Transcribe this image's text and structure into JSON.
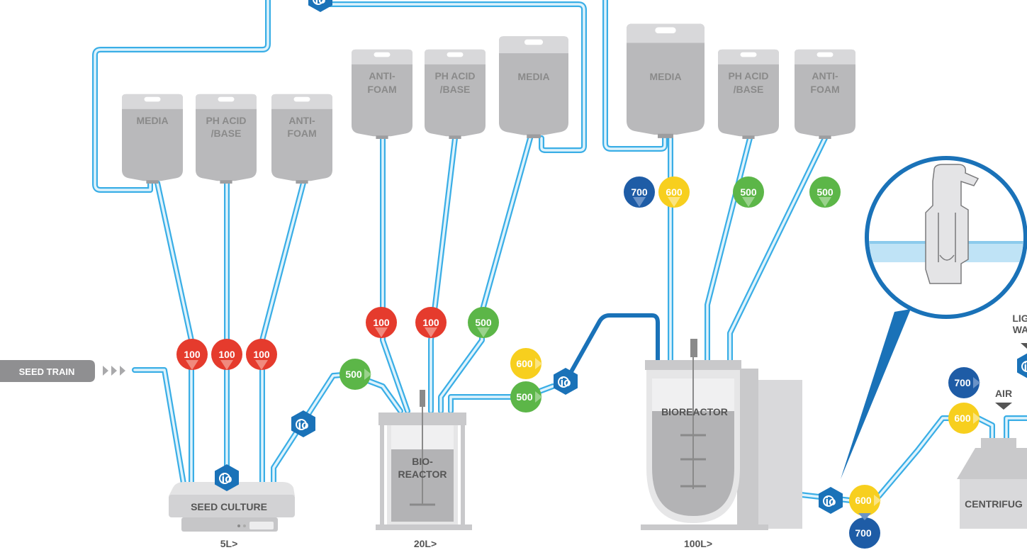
{
  "colors": {
    "tube": "#3aaee6",
    "tube_inner": "#dff3fc",
    "tube_dark": "#1a72b8",
    "bag": "#b9b9bb",
    "bag_top": "#d8d8da",
    "red": "#e53b2d",
    "green": "#5cb648",
    "yellow": "#f7cf1e",
    "navy": "#1e5ca6",
    "sensor_blue": "#1a72b8"
  },
  "seed_train": {
    "label": "SEED TRAIN"
  },
  "stage_5l": {
    "bags": [
      "MEDIA",
      "PH ACID\n/BASE",
      "ANTI-\nFOAM"
    ],
    "vessel_label": "SEED CULTURE",
    "volume_label": "5L>",
    "connector_badges": [
      "100",
      "100",
      "100"
    ],
    "transfer_badge": "500"
  },
  "stage_20l": {
    "bags": [
      "ANTI-\nFOAM",
      "PH ACID\n/BASE",
      "MEDIA"
    ],
    "vessel_label": "BIO-\nREACTOR",
    "volume_label": "20L>",
    "connector_badges": [
      "100",
      "100",
      "500"
    ],
    "transfer_badges": [
      "600",
      "500"
    ]
  },
  "stage_100l": {
    "bags": [
      "MEDIA",
      "PH ACID\n/BASE",
      "ANTI-\nFOAM"
    ],
    "vessel_label": "BIOREACTOR",
    "volume_label": "100L>",
    "connector_badges": [
      "700",
      "600",
      "500",
      "500"
    ],
    "transfer_badges": [
      "600",
      "700"
    ]
  },
  "centrifuge": {
    "label": "CENTRIFUG",
    "air_label": "AIR",
    "top_label_1": "LIG",
    "top_label_2": "WA",
    "badges": [
      "700",
      "600"
    ]
  },
  "icons": [
    "sensor-icon",
    "clamp-detail-illustration"
  ]
}
